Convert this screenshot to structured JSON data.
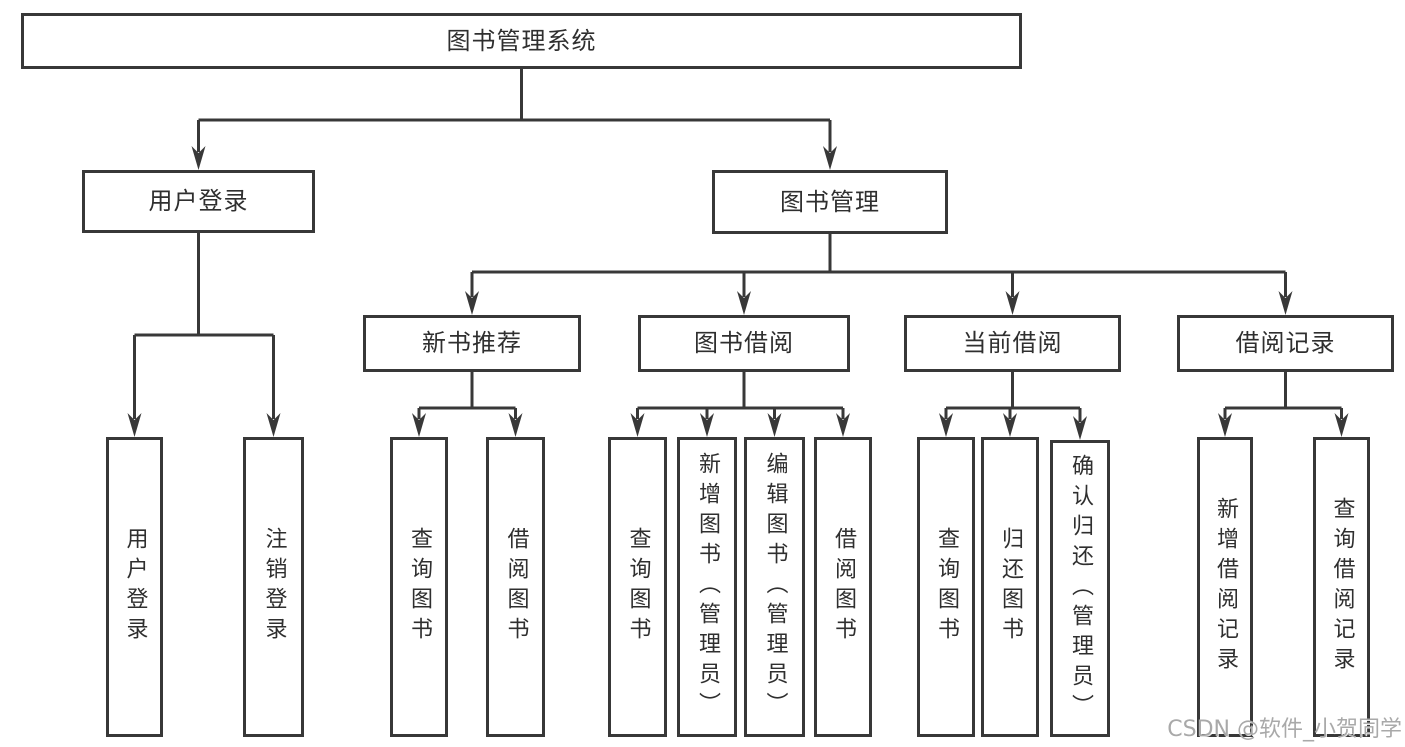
{
  "watermark": {
    "text": "CSDN @软件_小贺同学"
  },
  "colors": {
    "line": "#383838",
    "box_border": "#383838",
    "text": "#2f2f2f",
    "background": "#ffffff",
    "watermark": "#a9a9a9"
  },
  "tree": {
    "label": "图书管理系统",
    "children": [
      {
        "label": "用户登录",
        "children": [
          {
            "label": "用户登录"
          },
          {
            "label": "注销登录"
          }
        ]
      },
      {
        "label": "图书管理",
        "children": [
          {
            "label": "新书推荐",
            "children": [
              {
                "label": "查询图书"
              },
              {
                "label": "借阅图书"
              }
            ]
          },
          {
            "label": "图书借阅",
            "children": [
              {
                "label": "查询图书"
              },
              {
                "label": "新增图书（管理员）"
              },
              {
                "label": "编辑图书（管理员）"
              },
              {
                "label": "借阅图书"
              }
            ]
          },
          {
            "label": "当前借阅",
            "children": [
              {
                "label": "查询图书"
              },
              {
                "label": "归还图书"
              },
              {
                "label": "确认归还（管理员）"
              }
            ]
          },
          {
            "label": "借阅记录",
            "children": [
              {
                "label": "新增借阅记录"
              },
              {
                "label": "查询借阅记录"
              }
            ]
          }
        ]
      }
    ]
  }
}
